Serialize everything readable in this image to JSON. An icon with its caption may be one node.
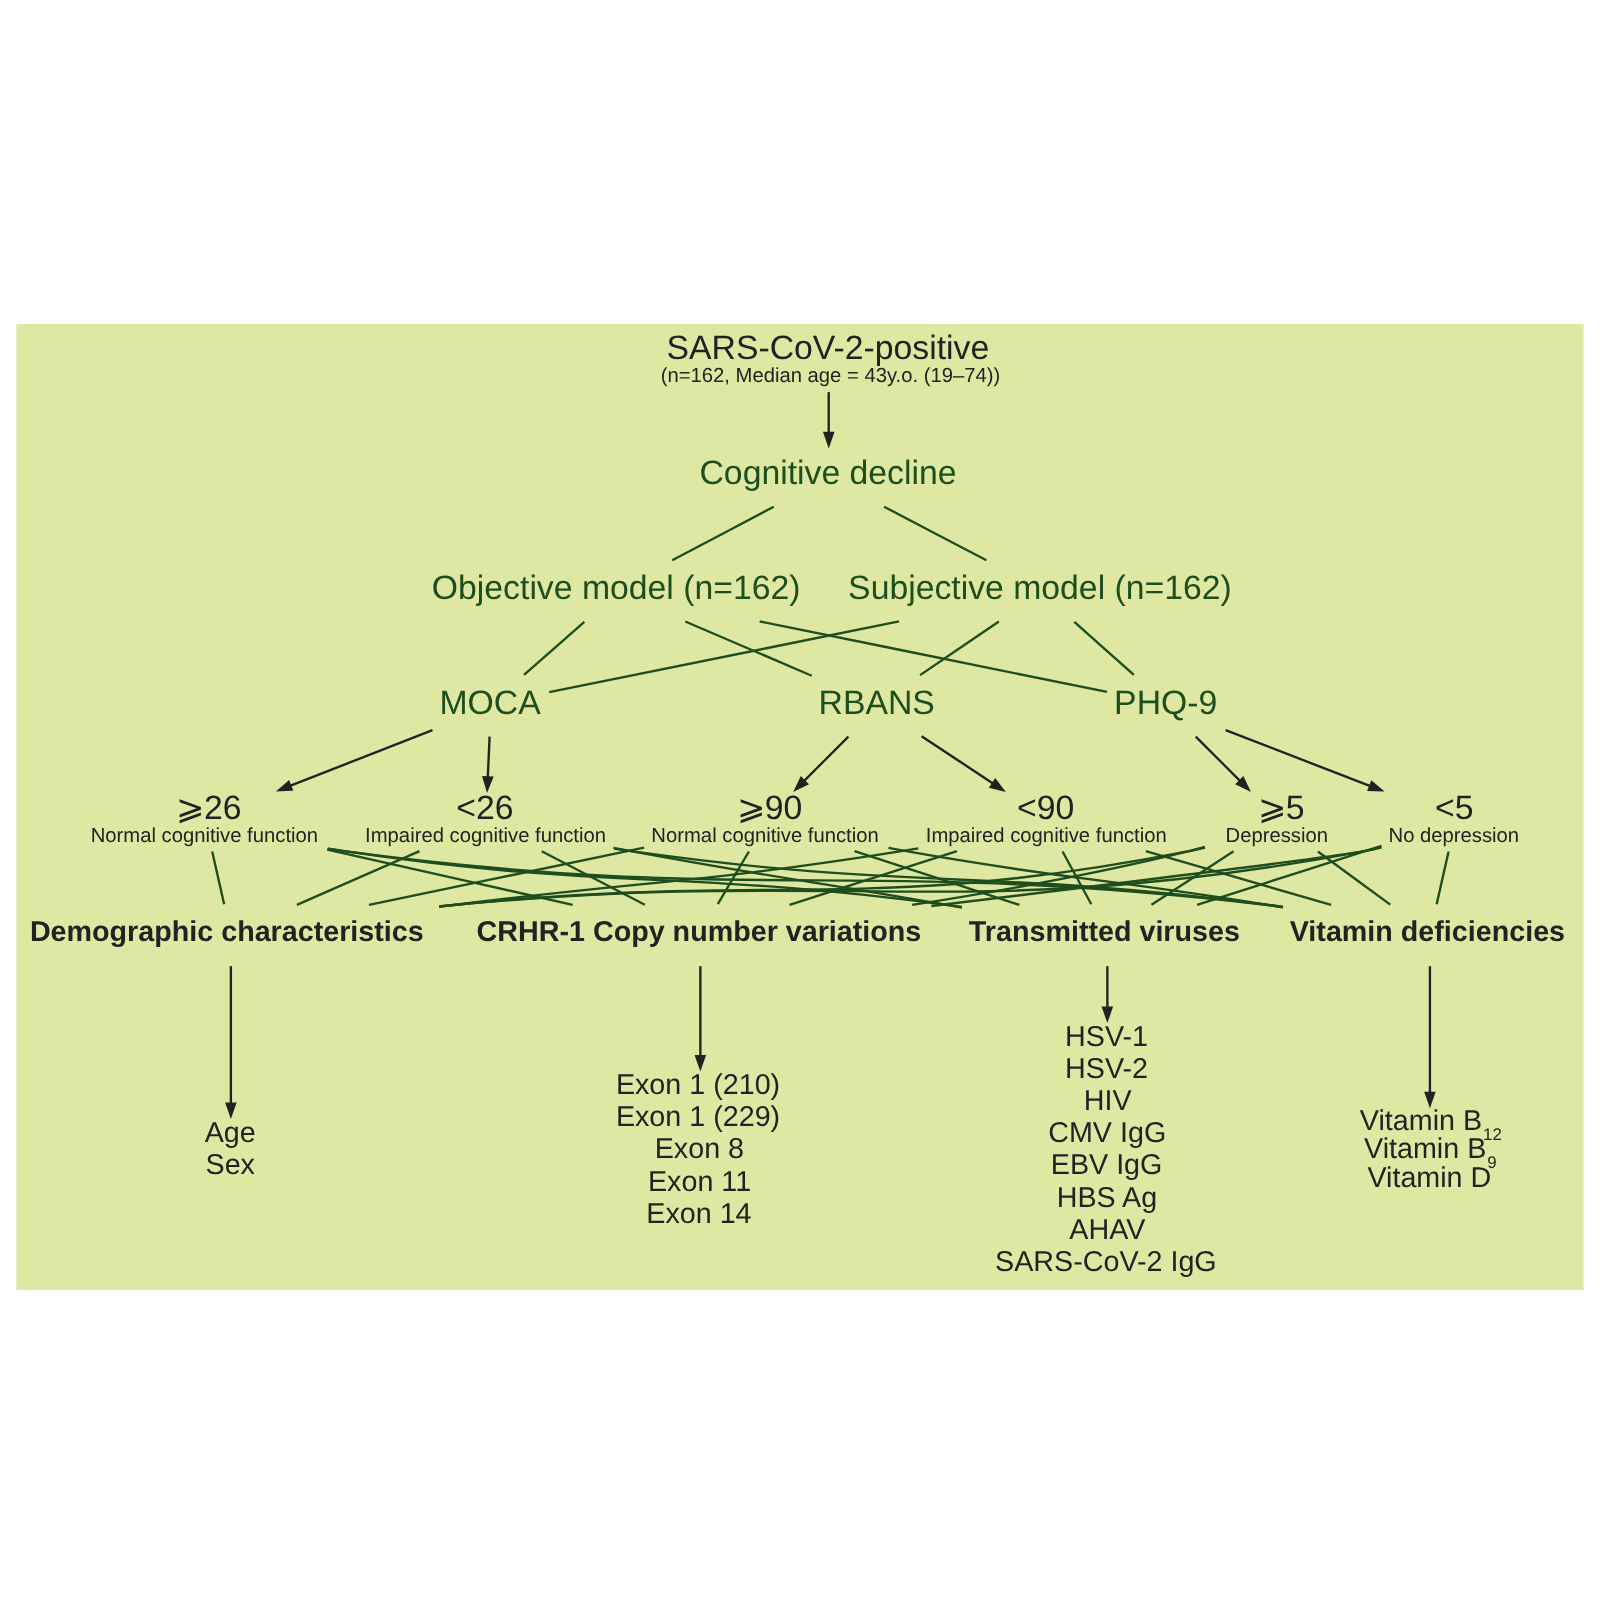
{
  "diagram": {
    "nodes": [
      {
        "text": [
          "SARS-CoV-2-positive",
          "(n=162, Median age = 43y.o. (19–74))"
        ]
      },
      {
        "text": [
          "Cognitive decline"
        ]
      },
      {
        "text": [
          "Objective model (n=162)"
        ]
      },
      {
        "text": [
          "Subjective model (n=162)"
        ]
      },
      {
        "text": [
          "MOCA"
        ]
      },
      {
        "text": [
          "RBANS"
        ]
      },
      {
        "text": [
          "PHQ-9"
        ]
      },
      {
        "text": [
          "⩾26",
          "Normal cognitive function"
        ]
      },
      {
        "text": [
          "<26",
          "Impaired cognitive function"
        ]
      },
      {
        "text": [
          "⩾90",
          "Normal cognitive function"
        ]
      },
      {
        "text": [
          "<90",
          "Impaired cognitive function"
        ]
      },
      {
        "text": [
          "⩾5",
          "Depression"
        ]
      },
      {
        "text": [
          "<5",
          "No depression"
        ]
      },
      {
        "text": [
          "Demographic characteristics"
        ]
      },
      {
        "text": [
          "CRHR-1 Copy number variations"
        ]
      },
      {
        "text": [
          "Transmitted viruses"
        ]
      },
      {
        "text": [
          "Vitamin deficiencies"
        ]
      },
      {
        "text": [
          "Age",
          "Sex"
        ]
      },
      {
        "text": [
          "Exon 1 (210)",
          "Exon 1 (229)",
          "Exon 8",
          "Exon 11",
          "Exon 14"
        ]
      },
      {
        "text": [
          "HSV-1",
          "HSV-2",
          "HIV",
          "CMV IgG",
          "EBV IgG",
          "HBS Ag",
          "AHAV",
          "SARS-CoV-2 IgG"
        ]
      },
      {
        "text": [
          "Vitamin B$_{12}$",
          "Vitamin B$_{9}$",
          "Vitamin D"
        ]
      }
    ],
    "edges": [
      {
        "from": 0,
        "to": 1,
        "arrow": "to"
      },
      {
        "from": 1,
        "to": 2,
        "arrow": "none",
        "color": "#1e4d1e"
      },
      {
        "from": 1,
        "to": 3,
        "arrow": "none",
        "color": "#1e4d1e"
      },
      {
        "from": 2,
        "to": 4,
        "arrow": "none",
        "color": "#1e4d1e"
      },
      {
        "from": 2,
        "to": 5,
        "arrow": "none",
        "color": "#1e4d1e"
      },
      {
        "from": 2,
        "to": 6,
        "arrow": "none",
        "color": "#1e4d1e"
      },
      {
        "from": 3,
        "to": 4,
        "arrow": "none",
        "color": "#1e4d1e"
      },
      {
        "from": 3,
        "to": 5,
        "arrow": "none",
        "color": "#1e4d1e"
      },
      {
        "from": 3,
        "to": 6,
        "arrow": "none",
        "color": "#1e4d1e"
      },
      {
        "from": 4,
        "to": 7,
        "arrow": "to"
      },
      {
        "from": 4,
        "to": 8,
        "arrow": "to"
      },
      {
        "from": 5,
        "to": 9,
        "arrow": "to"
      },
      {
        "from": 5,
        "to": 10,
        "arrow": "to"
      },
      {
        "from": 6,
        "to": 11,
        "arrow": "to"
      },
      {
        "from": 6,
        "to": 12,
        "arrow": "to"
      },
      {
        "from": 7,
        "to": 13,
        "arrow": "none",
        "color": "#1e4d1e"
      },
      {
        "from": 7,
        "to": 14,
        "arrow": "none",
        "color": "#1e4d1e"
      },
      {
        "from": 7,
        "to": 15,
        "arrow": "none",
        "color": "#1e4d1e"
      },
      {
        "from": 7,
        "to": 16,
        "arrow": "none",
        "color": "#1e4d1e"
      },
      {
        "from": 8,
        "to": 13,
        "arrow": "none",
        "color": "#1e4d1e"
      },
      {
        "from": 8,
        "to": 14,
        "arrow": "none",
        "color": "#1e4d1e"
      },
      {
        "from": 8,
        "to": 15,
        "arrow": "none",
        "color": "#1e4d1e"
      },
      {
        "from": 8,
        "to": 16,
        "arrow": "none",
        "color": "#1e4d1e"
      },
      {
        "from": 9,
        "to": 13,
        "arrow": "none",
        "color": "#1e4d1e"
      },
      {
        "from": 9,
        "to": 14,
        "arrow": "none",
        "color": "#1e4d1e"
      },
      {
        "from": 9,
        "to": 15,
        "arrow": "none",
        "color": "#1e4d1e"
      },
      {
        "from": 9,
        "to": 16,
        "arrow": "none",
        "color": "#1e4d1e"
      },
      {
        "from": 10,
        "to": 13,
        "arrow": "none",
        "color": "#1e4d1e"
      },
      {
        "from": 10,
        "to": 14,
        "arrow": "none",
        "color": "#1e4d1e"
      },
      {
        "from": 10,
        "to": 15,
        "arrow": "none",
        "color": "#1e4d1e"
      },
      {
        "from": 10,
        "to": 16,
        "arrow": "none",
        "color": "#1e4d1e"
      },
      {
        "from": 11,
        "to": 13,
        "arrow": "none",
        "color": "#1e4d1e"
      },
      {
        "from": 11,
        "to": 14,
        "arrow": "none",
        "color": "#1e4d1e"
      },
      {
        "from": 11,
        "to": 15,
        "arrow": "none",
        "color": "#1e4d1e"
      },
      {
        "from": 11,
        "to": 16,
        "arrow": "none",
        "color": "#1e4d1e"
      },
      {
        "from": 12,
        "to": 13,
        "arrow": "none",
        "color": "#1e4d1e"
      },
      {
        "from": 12,
        "to": 14,
        "arrow": "none",
        "color": "#1e4d1e"
      },
      {
        "from": 12,
        "to": 15,
        "arrow": "none",
        "color": "#1e4d1e"
      },
      {
        "from": 12,
        "to": 16,
        "arrow": "none",
        "color": "#1e4d1e"
      },
      {
        "from": 13,
        "to": 17,
        "arrow": "to"
      },
      {
        "from": 14,
        "to": 18,
        "arrow": "to"
      },
      {
        "from": 15,
        "to": 19,
        "arrow": "to"
      },
      {
        "from": 16,
        "to": 20,
        "arrow": "to"
      }
    ]
  }
}
